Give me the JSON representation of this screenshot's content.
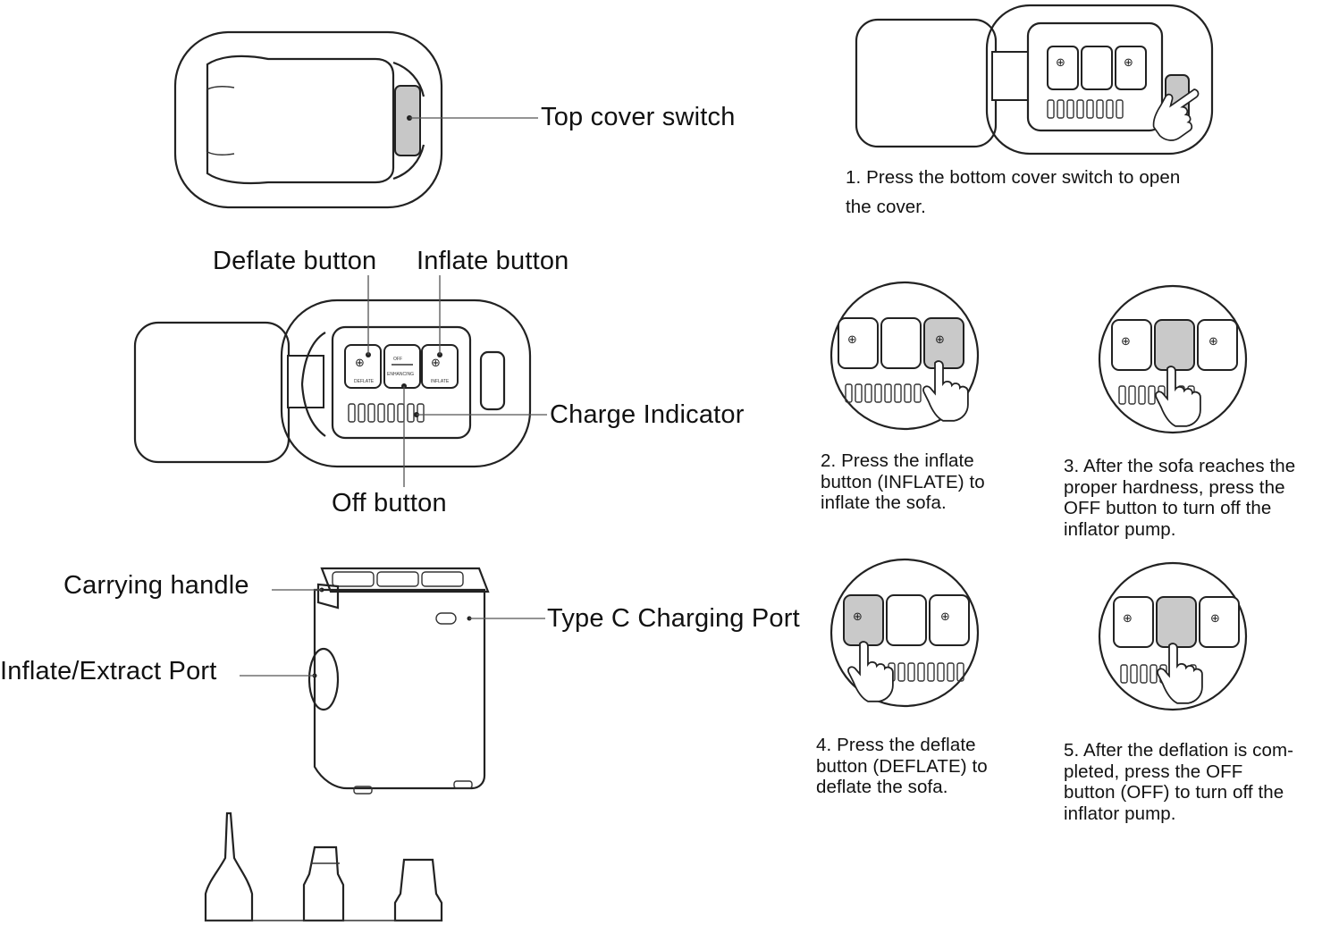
{
  "labels": {
    "top_cover_switch": "Top cover switch",
    "deflate_button": "Deflate button",
    "inflate_button": "Inflate button",
    "charge_indicator": "Charge Indicator",
    "off_button": "Off button",
    "carrying_handle": "Carrying handle",
    "type_c_port": "Type C Charging Port",
    "inflate_extract_port": "Inflate/Extract Port"
  },
  "steps": {
    "s1": [
      "1. Press the bottom cover switch to open",
      "the cover."
    ],
    "s2": [
      "2. Press the inflate",
      "button (INFLATE) to",
      "inflate the sofa."
    ],
    "s3": [
      "3. After the sofa reaches the",
      "proper hardness, press the",
      "OFF button to turn off the",
      "inflator pump."
    ],
    "s4": [
      "4. Press the deflate",
      "button (DEFLATE) to",
      "deflate the sofa."
    ],
    "s5": [
      "5. After the deflation is com-",
      "pleted, press the OFF",
      "button (OFF) to turn off the",
      "inflator pump."
    ]
  },
  "button_text": {
    "off": "OFF",
    "enhancing": "ENHANCING",
    "deflate": "DEFLATE",
    "inflate": "INFLATE"
  },
  "icons": [
    "deflate-glyph",
    "inflate-glyph",
    "hand-pointer-icon",
    "charge-indicator-icon"
  ]
}
